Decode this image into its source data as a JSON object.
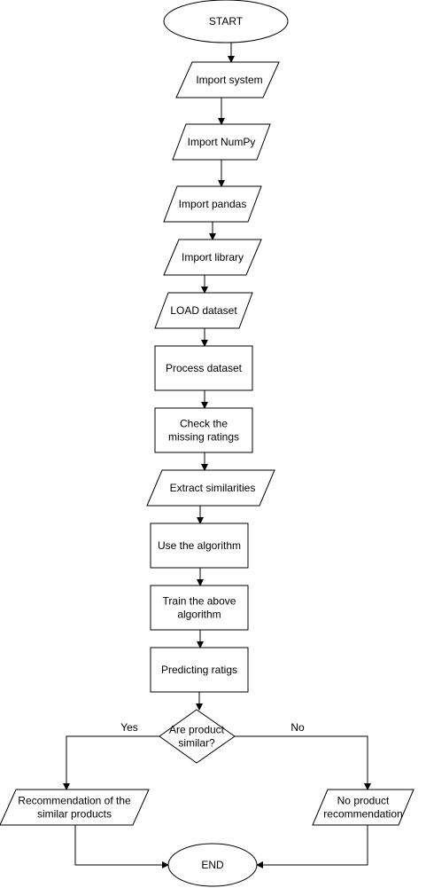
{
  "diagram": {
    "nodes": [
      {
        "id": "start",
        "label": "START"
      },
      {
        "id": "import_system",
        "label": "Import system"
      },
      {
        "id": "import_numpy",
        "label": "Import NumPy"
      },
      {
        "id": "import_pandas",
        "label": "Import pandas"
      },
      {
        "id": "import_library",
        "label": "Import library"
      },
      {
        "id": "load_dataset",
        "label": "LOAD dataset"
      },
      {
        "id": "process_dataset",
        "label": "Process dataset"
      },
      {
        "id": "check_missing",
        "label": "Check the missing ratings"
      },
      {
        "id": "extract_similarities",
        "label": "Extract similarities"
      },
      {
        "id": "use_algorithm",
        "label": "Use the algorithm"
      },
      {
        "id": "train_algorithm",
        "label": "Train the above algorithm"
      },
      {
        "id": "predicting",
        "label": "Predicting ratigs"
      },
      {
        "id": "decision",
        "label": "Are product similar?"
      },
      {
        "id": "recommendation",
        "label": "Recommendation of the similar products"
      },
      {
        "id": "no_recommendation",
        "label": "No product recommendation"
      },
      {
        "id": "end",
        "label": "END"
      }
    ],
    "edge_labels": {
      "yes": "Yes",
      "no": "No"
    },
    "colors": {
      "stroke": "#000000",
      "fill": "#ffffff",
      "text": "#000000"
    }
  }
}
